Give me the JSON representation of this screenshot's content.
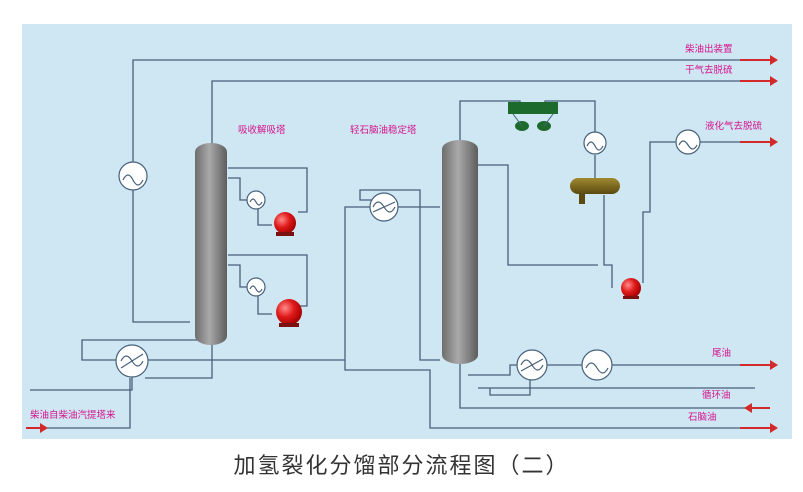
{
  "diagram": {
    "labels": {
      "to_unit": "柴油出装置",
      "dry_gas": "干气去脱硫",
      "absorber": "吸收解吸塔",
      "stabilizer": "轻石脑油稳定塔",
      "lpg": "液化气去脱硫",
      "tail_oil": "尾油",
      "recycle_oil": "循环油",
      "naphtha": "石脑油",
      "feed": "柴油自柴油汽提塔来"
    },
    "caption": "加氢裂化分馏部分流程图（二）",
    "colors": {
      "background": "#cfe7f3",
      "column": "#8a8a8a",
      "pump": "#e01a1a",
      "air_cooler": "#1c6a2c",
      "drum": "#7a6a20",
      "label": "#d4148c",
      "arrow": "#d22a2a",
      "pipe": "#46607a"
    }
  }
}
